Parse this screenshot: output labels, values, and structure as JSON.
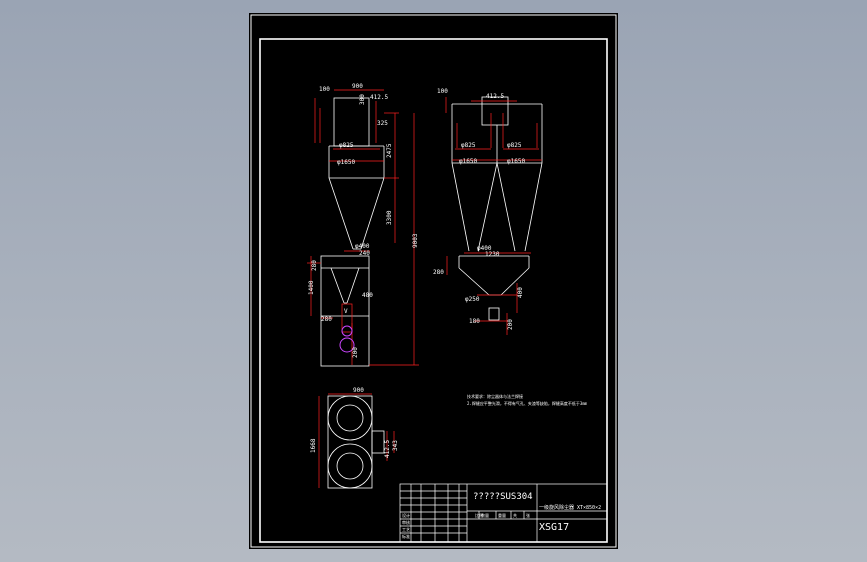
{
  "drawing": {
    "material_title": "?????SUS304",
    "product_name": "一级旋风除尘器 XT×850×2",
    "drawing_number": "XSG17",
    "notes": [
      "技术要求：除尘器体与法兰焊接",
      "2.焊缝应平整光滑，不得有气孔、夹渣等缺陷，焊缝高度不低于3mm"
    ]
  },
  "left_view": {
    "dims": {
      "top_width": "900",
      "top_offset": "100",
      "outlet": "412.5",
      "inlet_h": "300",
      "inlet_w": "325",
      "cyl_h": "2475",
      "cone_h": "3300",
      "total_h": "9003",
      "inner_dia": "φ825",
      "outer_dia": "φ1650",
      "cone_bottom": "φ400",
      "cone_bottom_2": "240",
      "hopper_top": "280",
      "hopper_h": "1400",
      "hopper_side": "480",
      "valve_w": "280",
      "valve_h": "200",
      "valve_label": "V"
    }
  },
  "right_view": {
    "dims": {
      "top_offset": "100",
      "outlet": "412.5",
      "dia_left": "φ825",
      "dia_right": "φ825",
      "outer_left": "φ1650",
      "outer_right": "φ1650",
      "cone_bottom": "φ400",
      "cone_span": "1230",
      "side_h": "280",
      "valve_dia": "φ250",
      "valve_h": "400",
      "valve_w": "180",
      "valve_len": "200"
    }
  },
  "plan_view": {
    "dims": {
      "width": "900",
      "height": "1668",
      "outlet_w": "412.5",
      "outlet_h": "343"
    }
  },
  "title_block": {
    "scale_row": [
      "比例",
      "数量",
      "重量",
      "共",
      "张"
    ],
    "left_rows": [
      "设计",
      "审核",
      "工艺",
      "标准"
    ]
  }
}
